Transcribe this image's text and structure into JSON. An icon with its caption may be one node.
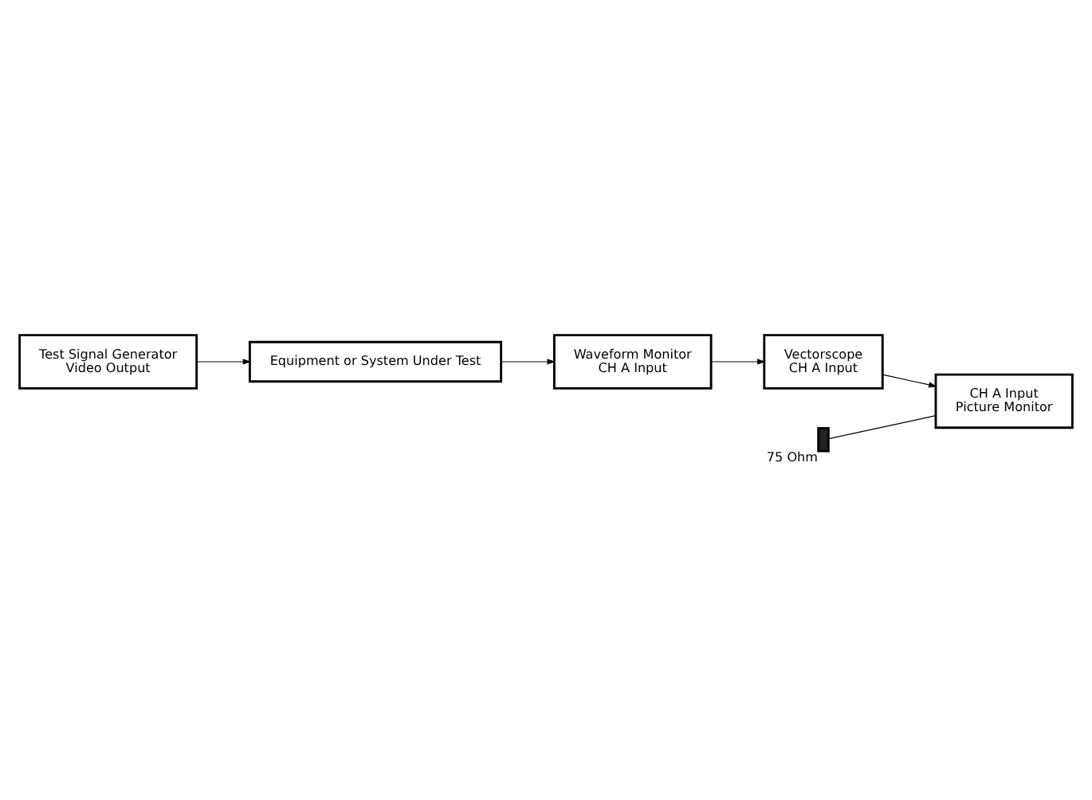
{
  "diagram": {
    "nodes": [
      {
        "text": [
          "Test Signal Generator",
          "Video Output"
        ]
      },
      {
        "text": [
          "Equipment or System Under Test"
        ]
      },
      {
        "text": [
          "Waveform Monitor",
          "CH A Input"
        ]
      },
      {
        "text": [
          "Vectorscope",
          "CH A Input"
        ]
      },
      {
        "text": [
          "CH A Input",
          "Picture Monitor"
        ]
      },
      {
        "text": [],
        "shape": "bar",
        "beside": [
          "75 Ohm"
        ]
      }
    ],
    "edges": [
      {
        "from": 0,
        "to": 1,
        "arrow": "to"
      },
      {
        "from": 1,
        "to": 2,
        "arrow": "to"
      },
      {
        "from": 2,
        "to": 3,
        "arrow": "to"
      },
      {
        "from": 3,
        "to": 4,
        "arrow": "to"
      },
      {
        "from": 5,
        "to": 4,
        "arrow": "none"
      }
    ]
  }
}
